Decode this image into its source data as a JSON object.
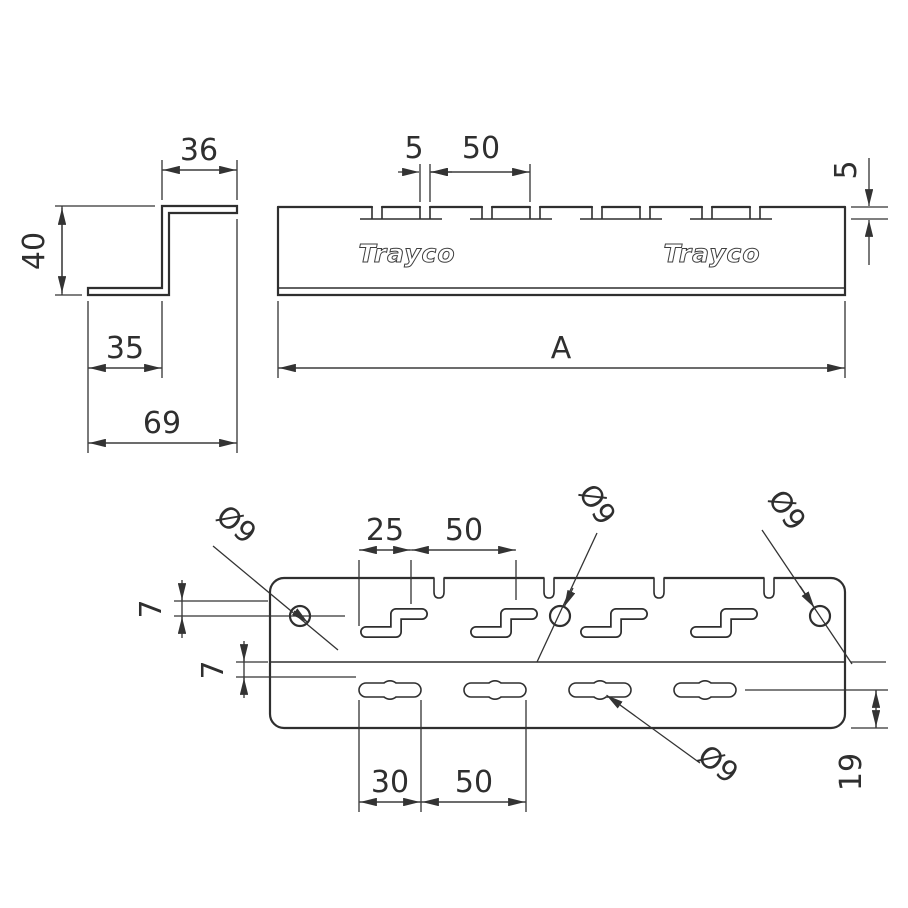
{
  "drawing": {
    "brand": "Trayco"
  },
  "dims": {
    "d36": "36",
    "d40": "40",
    "d35": "35",
    "d69": "69",
    "d5_top": "5",
    "d50_top": "50",
    "d5_right": "5",
    "dA": "A",
    "d25": "25",
    "d50_mid": "50",
    "dia_left": "Ø9",
    "dia_mid": "Ø9",
    "dia_right": "Ø9",
    "dia_bottom": "Ø9",
    "d7_upper": "7",
    "d7_lower": "7",
    "d30": "30",
    "d50_bottom": "50",
    "d19": "19"
  }
}
